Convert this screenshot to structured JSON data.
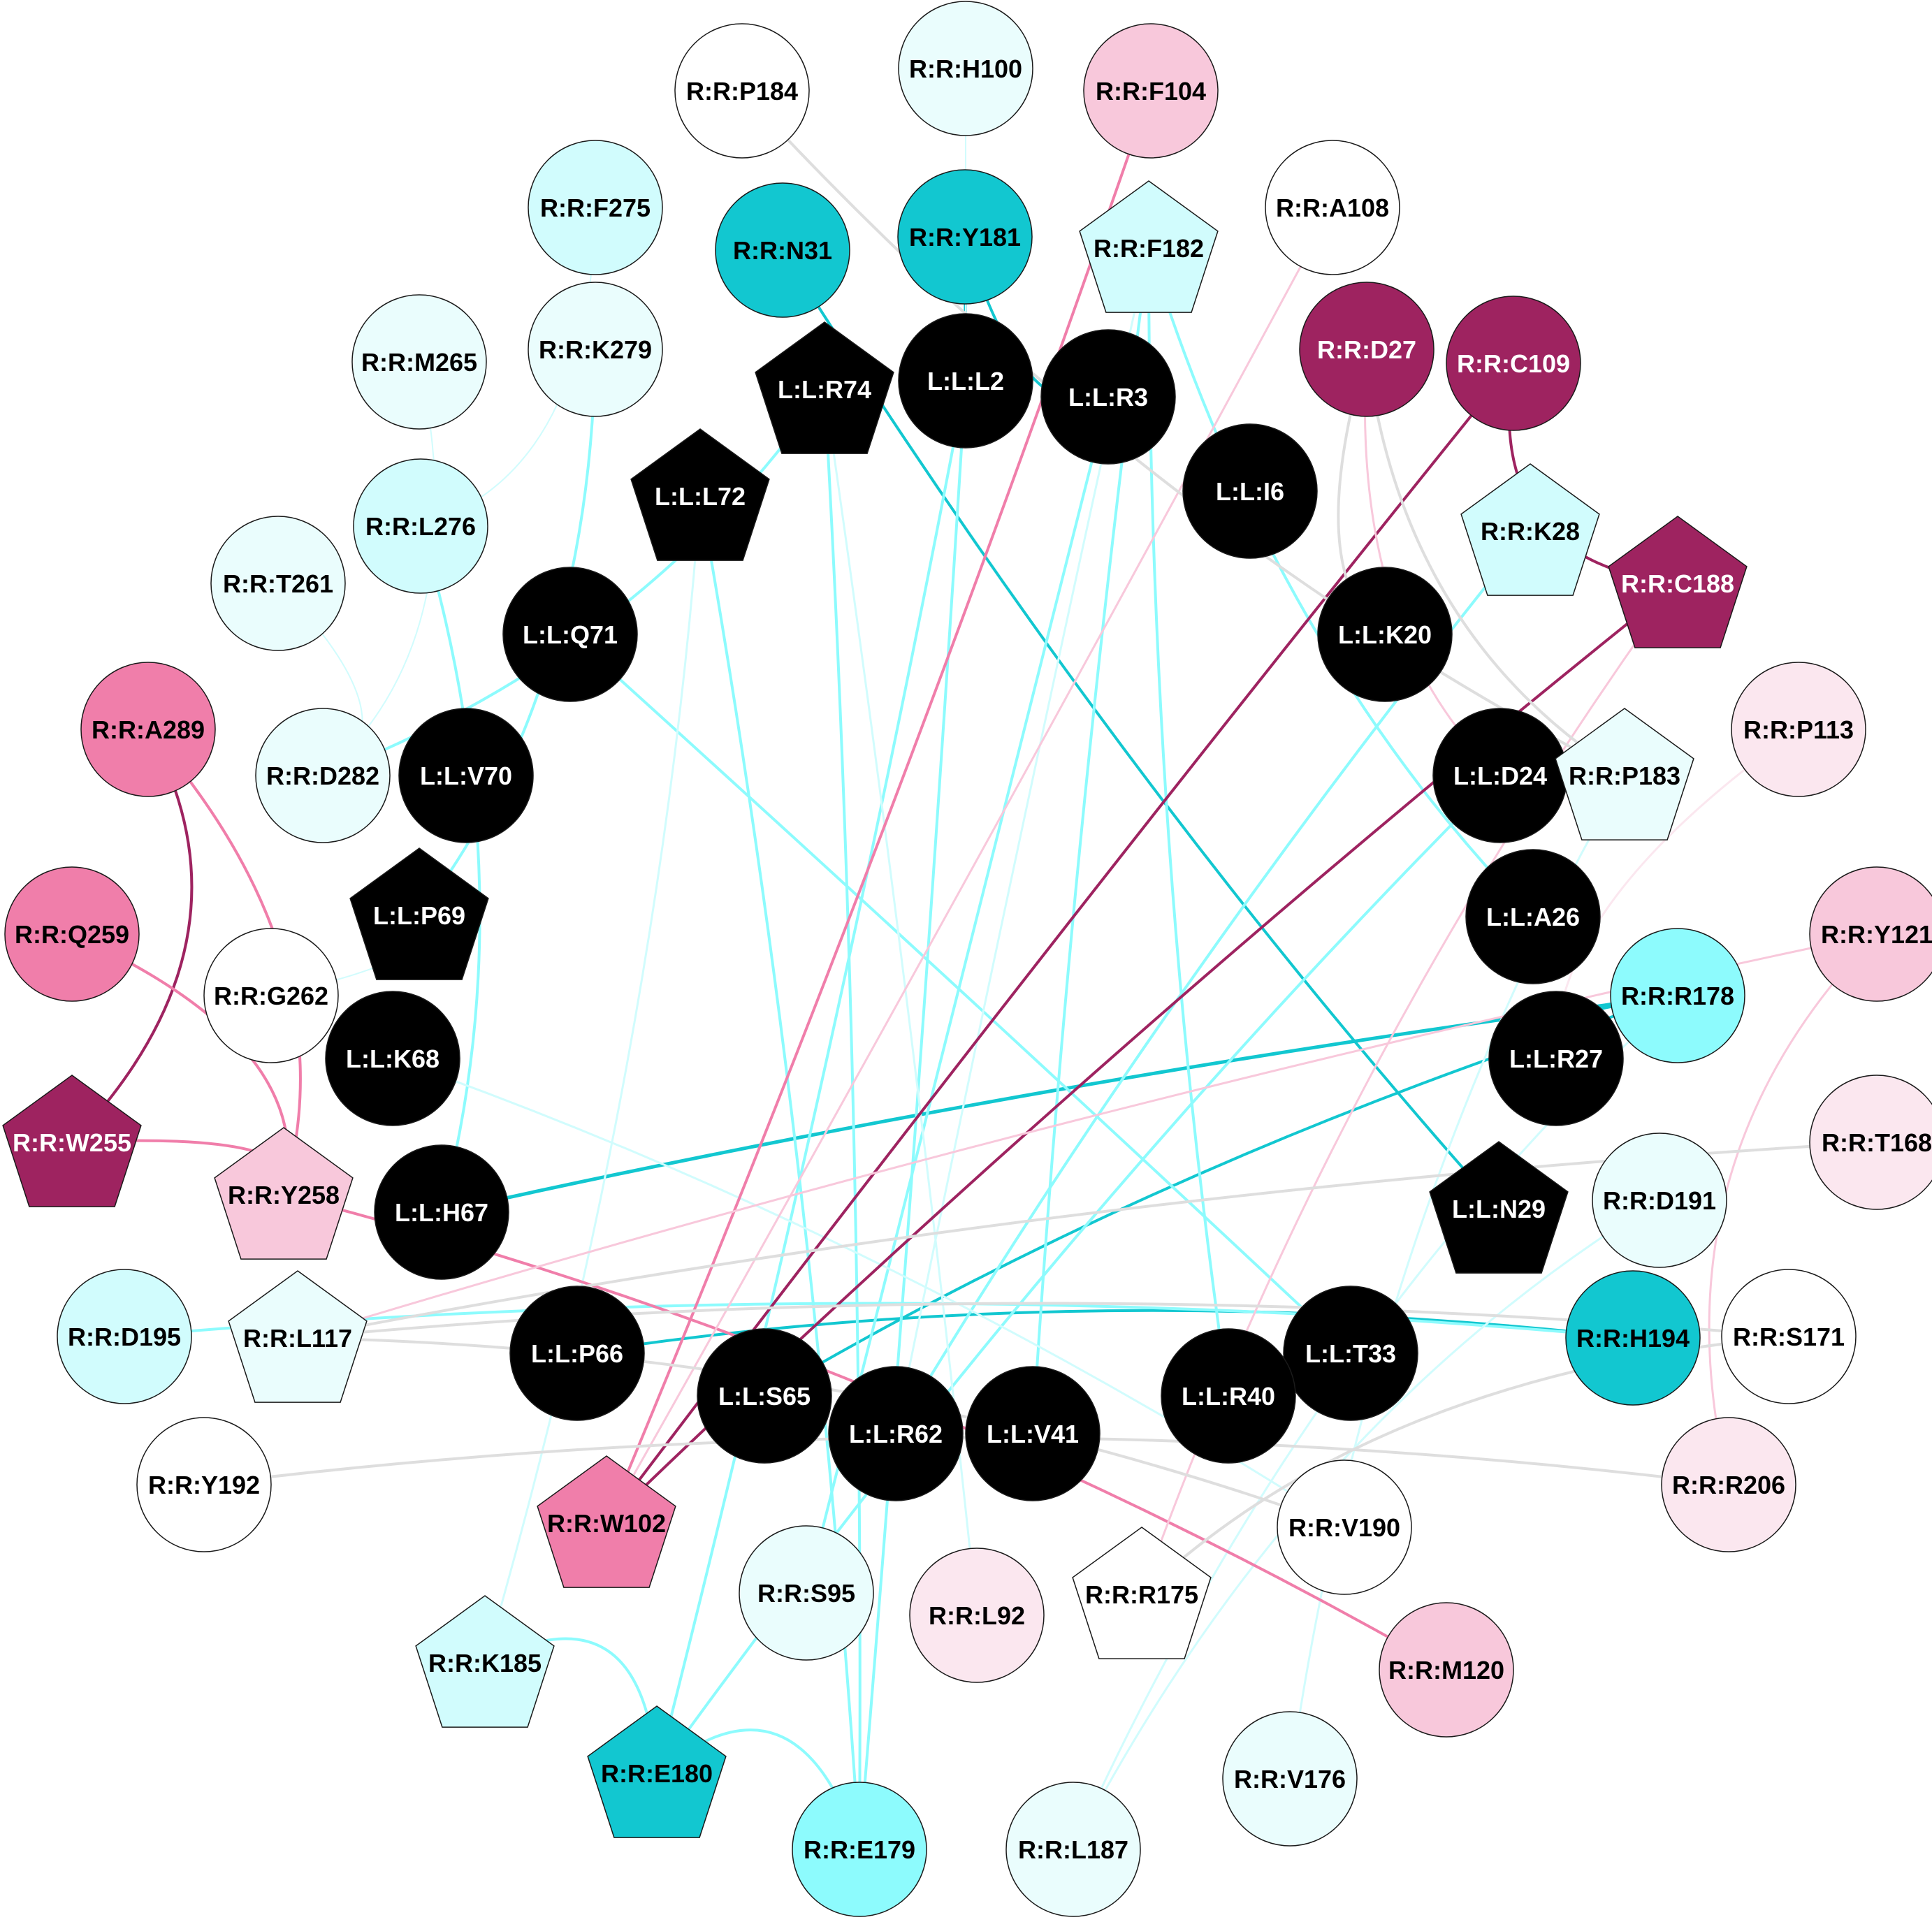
{
  "diagram": {
    "type": "network",
    "colors": {
      "ligand": "#000000",
      "teal_dark": "#12c7d0",
      "teal_mid": "#8dfbfd",
      "teal_light": "#d1fcfd",
      "teal_pale": "#eafdfd",
      "white": "#ffffff",
      "magenta_dark": "#9e2360",
      "pink_mid": "#f07eaa",
      "pink_light": "#f8c8db",
      "pink_pale": "#fbe7ef",
      "edge_grey": "#dedede"
    },
    "nodes": [
      {
        "id": "R:R:P184",
        "label": "R:R:P184",
        "shape": "circle",
        "fill": "white"
      },
      {
        "id": "R:R:H100",
        "label": "R:R:H100",
        "shape": "circle",
        "fill": "teal_pale"
      },
      {
        "id": "R:R:F104",
        "label": "R:R:F104",
        "shape": "circle",
        "fill": "pink_light"
      },
      {
        "id": "R:R:F275",
        "label": "R:R:F275",
        "shape": "circle",
        "fill": "teal_light"
      },
      {
        "id": "R:R:N31",
        "label": "R:R:N31",
        "shape": "circle",
        "fill": "teal_dark"
      },
      {
        "id": "R:R:Y181",
        "label": "R:R:Y181",
        "shape": "circle",
        "fill": "teal_dark"
      },
      {
        "id": "R:R:F182",
        "label": "R:R:F182",
        "shape": "pentagon",
        "fill": "teal_light"
      },
      {
        "id": "R:R:A108",
        "label": "R:R:A108",
        "shape": "circle",
        "fill": "white"
      },
      {
        "id": "R:R:M265",
        "label": "R:R:M265",
        "shape": "circle",
        "fill": "teal_pale"
      },
      {
        "id": "R:R:K279",
        "label": "R:R:K279",
        "shape": "circle",
        "fill": "teal_pale"
      },
      {
        "id": "L:L:R74",
        "label": "L:L:R74",
        "shape": "pentagon",
        "fill": "ligand"
      },
      {
        "id": "L:L:L2",
        "label": "L:L:L2",
        "shape": "circle",
        "fill": "ligand"
      },
      {
        "id": "L:L:R3",
        "label": "L:L:R3",
        "shape": "circle",
        "fill": "ligand"
      },
      {
        "id": "R:R:D27",
        "label": "R:R:D27",
        "shape": "circle",
        "fill": "magenta_dark"
      },
      {
        "id": "R:R:C109",
        "label": "R:R:C109",
        "shape": "circle",
        "fill": "magenta_dark"
      },
      {
        "id": "L:L:L72",
        "label": "L:L:L72",
        "shape": "pentagon",
        "fill": "ligand"
      },
      {
        "id": "L:L:I6",
        "label": "L:L:I6",
        "shape": "circle",
        "fill": "ligand"
      },
      {
        "id": "R:R:L276",
        "label": "R:R:L276",
        "shape": "circle",
        "fill": "teal_light"
      },
      {
        "id": "R:R:K28",
        "label": "R:R:K28",
        "shape": "pentagon",
        "fill": "teal_light"
      },
      {
        "id": "R:R:T261",
        "label": "R:R:T261",
        "shape": "circle",
        "fill": "teal_pale"
      },
      {
        "id": "R:R:C188",
        "label": "R:R:C188",
        "shape": "pentagon",
        "fill": "magenta_dark"
      },
      {
        "id": "L:L:Q71",
        "label": "L:L:Q71",
        "shape": "circle",
        "fill": "ligand"
      },
      {
        "id": "L:L:K20",
        "label": "L:L:K20",
        "shape": "circle",
        "fill": "ligand"
      },
      {
        "id": "R:R:A289",
        "label": "R:R:A289",
        "shape": "circle",
        "fill": "pink_mid"
      },
      {
        "id": "R:R:P113",
        "label": "R:R:P113",
        "shape": "circle",
        "fill": "pink_pale"
      },
      {
        "id": "R:R:D282",
        "label": "R:R:D282",
        "shape": "circle",
        "fill": "teal_pale"
      },
      {
        "id": "L:L:V70",
        "label": "L:L:V70",
        "shape": "circle",
        "fill": "ligand"
      },
      {
        "id": "L:L:D24",
        "label": "L:L:D24",
        "shape": "circle",
        "fill": "ligand"
      },
      {
        "id": "R:R:P183",
        "label": "R:R:P183",
        "shape": "pentagon",
        "fill": "teal_pale"
      },
      {
        "id": "L:L:P69",
        "label": "L:L:P69",
        "shape": "pentagon",
        "fill": "ligand"
      },
      {
        "id": "R:R:Q259",
        "label": "R:R:Q259",
        "shape": "circle",
        "fill": "pink_mid"
      },
      {
        "id": "L:L:A26",
        "label": "L:L:A26",
        "shape": "circle",
        "fill": "ligand"
      },
      {
        "id": "R:R:Y121",
        "label": "R:R:Y121",
        "shape": "circle",
        "fill": "pink_light"
      },
      {
        "id": "R:R:G262",
        "label": "R:R:G262",
        "shape": "circle",
        "fill": "white"
      },
      {
        "id": "R:R:R178",
        "label": "R:R:R178",
        "shape": "circle",
        "fill": "teal_mid"
      },
      {
        "id": "L:L:K68",
        "label": "L:L:K68",
        "shape": "circle",
        "fill": "ligand"
      },
      {
        "id": "L:L:R27",
        "label": "L:L:R27",
        "shape": "circle",
        "fill": "ligand"
      },
      {
        "id": "R:R:W255",
        "label": "R:R:W255",
        "shape": "pentagon",
        "fill": "magenta_dark"
      },
      {
        "id": "R:R:T168",
        "label": "R:R:T168",
        "shape": "circle",
        "fill": "pink_pale"
      },
      {
        "id": "R:R:Y258",
        "label": "R:R:Y258",
        "shape": "pentagon",
        "fill": "pink_light"
      },
      {
        "id": "L:L:H67",
        "label": "L:L:H67",
        "shape": "circle",
        "fill": "ligand"
      },
      {
        "id": "L:L:N29",
        "label": "L:L:N29",
        "shape": "pentagon",
        "fill": "ligand"
      },
      {
        "id": "R:R:D191",
        "label": "R:R:D191",
        "shape": "circle",
        "fill": "teal_pale"
      },
      {
        "id": "R:R:D195",
        "label": "R:R:D195",
        "shape": "circle",
        "fill": "teal_light"
      },
      {
        "id": "R:R:L117",
        "label": "R:R:L117",
        "shape": "pentagon",
        "fill": "teal_pale"
      },
      {
        "id": "L:L:P66",
        "label": "L:L:P66",
        "shape": "circle",
        "fill": "ligand"
      },
      {
        "id": "L:L:T33",
        "label": "L:L:T33",
        "shape": "circle",
        "fill": "ligand"
      },
      {
        "id": "R:R:H194",
        "label": "R:R:H194",
        "shape": "circle",
        "fill": "teal_dark"
      },
      {
        "id": "R:R:S171",
        "label": "R:R:S171",
        "shape": "circle",
        "fill": "white"
      },
      {
        "id": "L:L:S65",
        "label": "L:L:S65",
        "shape": "circle",
        "fill": "ligand"
      },
      {
        "id": "L:L:R40",
        "label": "L:L:R40",
        "shape": "circle",
        "fill": "ligand"
      },
      {
        "id": "L:L:R62",
        "label": "L:L:R62",
        "shape": "circle",
        "fill": "ligand"
      },
      {
        "id": "L:L:V41",
        "label": "L:L:V41",
        "shape": "circle",
        "fill": "ligand"
      },
      {
        "id": "R:R:Y192",
        "label": "R:R:Y192",
        "shape": "circle",
        "fill": "white"
      },
      {
        "id": "R:R:R206",
        "label": "R:R:R206",
        "shape": "circle",
        "fill": "pink_pale"
      },
      {
        "id": "R:R:W102",
        "label": "R:R:W102",
        "shape": "pentagon",
        "fill": "pink_mid"
      },
      {
        "id": "R:R:V190",
        "label": "R:R:V190",
        "shape": "circle",
        "fill": "white"
      },
      {
        "id": "R:R:S95",
        "label": "R:R:S95",
        "shape": "circle",
        "fill": "teal_pale"
      },
      {
        "id": "R:R:L92",
        "label": "R:R:L92",
        "shape": "circle",
        "fill": "pink_pale"
      },
      {
        "id": "R:R:R175",
        "label": "R:R:R175",
        "shape": "pentagon",
        "fill": "white"
      },
      {
        "id": "R:R:K185",
        "label": "R:R:K185",
        "shape": "pentagon",
        "fill": "teal_light"
      },
      {
        "id": "R:R:M120",
        "label": "R:R:M120",
        "shape": "circle",
        "fill": "pink_light"
      },
      {
        "id": "R:R:E180",
        "label": "R:R:E180",
        "shape": "pentagon",
        "fill": "teal_dark"
      },
      {
        "id": "R:R:V176",
        "label": "R:R:V176",
        "shape": "circle",
        "fill": "teal_pale"
      },
      {
        "id": "R:R:E179",
        "label": "R:R:E179",
        "shape": "circle",
        "fill": "teal_mid"
      },
      {
        "id": "R:R:L187",
        "label": "R:R:L187",
        "shape": "circle",
        "fill": "teal_pale"
      }
    ],
    "edges": [
      {
        "source": "R:R:N31",
        "target": "L:L:N29",
        "color": "teal_dark",
        "weight": 4
      },
      {
        "source": "R:R:Y181",
        "target": "L:L:L2",
        "color": "teal_dark",
        "weight": 4
      },
      {
        "source": "R:R:Y181",
        "target": "L:L:R3",
        "color": "teal_dark",
        "weight": 4
      },
      {
        "source": "R:R:R178",
        "target": "L:L:H67",
        "color": "teal_dark",
        "weight": 5
      },
      {
        "source": "R:R:R178",
        "target": "L:L:S65",
        "color": "teal_dark",
        "weight": 4
      },
      {
        "source": "R:R:R178",
        "target": "L:L:R27",
        "color": "teal_dark",
        "weight": 8
      },
      {
        "source": "R:R:H194",
        "target": "L:L:P66",
        "color": "teal_dark",
        "weight": 4
      },
      {
        "source": "R:R:H194",
        "target": "R:R:D195",
        "color": "teal_mid",
        "weight": 4
      },
      {
        "source": "R:R:E180",
        "target": "R:R:K185",
        "color": "teal_mid",
        "weight": 4
      },
      {
        "source": "R:R:E180",
        "target": "R:R:E179",
        "color": "teal_mid",
        "weight": 4
      },
      {
        "source": "R:R:E180",
        "target": "L:L:L2",
        "color": "teal_mid",
        "weight": 4
      },
      {
        "source": "R:R:E180",
        "target": "L:L:D24",
        "color": "teal_mid",
        "weight": 4
      },
      {
        "source": "R:R:E179",
        "target": "L:L:L2",
        "color": "teal_mid",
        "weight": 4
      },
      {
        "source": "R:R:E179",
        "target": "L:L:L72",
        "color": "teal_mid",
        "weight": 4
      },
      {
        "source": "R:R:E179",
        "target": "L:L:R74",
        "color": "teal_mid",
        "weight": 4
      },
      {
        "source": "R:R:S95",
        "target": "L:L:R3",
        "color": "teal_mid",
        "weight": 4
      },
      {
        "source": "L:L:V41",
        "target": "R:R:F182",
        "color": "teal_mid",
        "weight": 4
      },
      {
        "source": "L:L:R40",
        "target": "R:R:F182",
        "color": "teal_mid",
        "weight": 4
      },
      {
        "source": "L:L:R62",
        "target": "R:R:K28",
        "color": "teal_mid",
        "weight": 4
      },
      {
        "source": "L:L:H67",
        "target": "R:R:L276",
        "color": "teal_mid",
        "weight": 4
      },
      {
        "source": "R:R:D282",
        "target": "L:L:R74",
        "color": "teal_mid",
        "weight": 4
      },
      {
        "source": "L:L:P69",
        "target": "R:R:K279",
        "color": "teal_mid",
        "weight": 4
      },
      {
        "source": "L:L:A26",
        "target": "R:R:F182",
        "color": "teal_mid",
        "weight": 4
      },
      {
        "source": "L:L:T33",
        "target": "L:L:Q71",
        "color": "teal_mid",
        "weight": 4
      },
      {
        "source": "R:R:L187",
        "target": "R:R:D191",
        "color": "teal_light",
        "weight": 3
      },
      {
        "source": "R:R:V176",
        "target": "R:R:P183",
        "color": "teal_light",
        "weight": 3
      },
      {
        "source": "R:R:V190",
        "target": "L:L:K68",
        "color": "teal_light",
        "weight": 3
      },
      {
        "source": "R:R:L92",
        "target": "L:L:R74",
        "color": "teal_light",
        "weight": 3
      },
      {
        "source": "R:R:K185",
        "target": "L:L:L72",
        "color": "teal_light",
        "weight": 3
      },
      {
        "source": "R:R:F182",
        "target": "L:L:R62",
        "color": "teal_light",
        "weight": 3
      },
      {
        "source": "R:R:L187",
        "target": "R:R:R178",
        "color": "teal_light",
        "weight": 3
      },
      {
        "source": "R:R:M265",
        "target": "R:R:D282",
        "color": "teal_light",
        "weight": 2
      },
      {
        "source": "R:R:G262",
        "target": "L:L:P69",
        "color": "teal_light",
        "weight": 2
      },
      {
        "source": "R:R:H100",
        "target": "L:L:L2",
        "color": "teal_light",
        "weight": 2
      },
      {
        "source": "R:R:F275",
        "target": "R:R:L276",
        "color": "teal_light",
        "weight": 2
      },
      {
        "source": "R:R:T261",
        "target": "R:R:D282",
        "color": "teal_light",
        "weight": 2
      },
      {
        "source": "R:R:C109",
        "target": "R:R:W102",
        "color": "magenta_dark",
        "weight": 4
      },
      {
        "source": "R:R:C109",
        "target": "R:R:C188",
        "color": "magenta_dark",
        "weight": 4
      },
      {
        "source": "R:R:C188",
        "target": "R:R:W102",
        "color": "magenta_dark",
        "weight": 4
      },
      {
        "source": "R:R:A289",
        "target": "R:R:W255",
        "color": "magenta_dark",
        "weight": 4
      },
      {
        "source": "R:R:F104",
        "target": "R:R:W102",
        "color": "pink_mid",
        "weight": 4
      },
      {
        "source": "R:R:W255",
        "target": "R:R:Y258",
        "color": "pink_mid",
        "weight": 4
      },
      {
        "source": "R:R:Q259",
        "target": "R:R:Y258",
        "color": "pink_mid",
        "weight": 4
      },
      {
        "source": "R:R:A289",
        "target": "R:R:Y258",
        "color": "pink_mid",
        "weight": 4
      },
      {
        "source": "R:R:Y258",
        "target": "R:R:M120",
        "color": "pink_mid",
        "weight": 4
      },
      {
        "source": "R:R:A108",
        "target": "R:R:W102",
        "color": "pink_light",
        "weight": 3
      },
      {
        "source": "R:R:C188",
        "target": "R:R:R175",
        "color": "pink_light",
        "weight": 3
      },
      {
        "source": "R:R:Y121",
        "target": "R:R:R206",
        "color": "pink_light",
        "weight": 3
      },
      {
        "source": "R:R:Y121",
        "target": "R:R:L117",
        "color": "pink_light",
        "weight": 3
      },
      {
        "source": "R:R:D27",
        "target": "L:L:D24",
        "color": "pink_light",
        "weight": 3
      },
      {
        "source": "R:R:P113",
        "target": "L:L:R27",
        "color": "pink_pale",
        "weight": 3
      },
      {
        "source": "R:R:P184",
        "target": "R:R:P183",
        "color": "edge_grey",
        "weight": 4
      },
      {
        "source": "R:R:D27",
        "target": "L:L:K20",
        "color": "edge_grey",
        "weight": 4
      },
      {
        "source": "R:R:D27",
        "target": "R:R:P183",
        "color": "edge_grey",
        "weight": 4
      },
      {
        "source": "R:R:T168",
        "target": "R:R:L117",
        "color": "edge_grey",
        "weight": 4
      },
      {
        "source": "R:R:S171",
        "target": "R:R:L117",
        "color": "edge_grey",
        "weight": 4
      },
      {
        "source": "R:R:Y192",
        "target": "R:R:R206",
        "color": "edge_grey",
        "weight": 4
      },
      {
        "source": "R:R:L117",
        "target": "R:R:V190",
        "color": "edge_grey",
        "weight": 4
      },
      {
        "source": "R:R:R175",
        "target": "R:R:S171",
        "color": "edge_grey",
        "weight": 4
      }
    ]
  }
}
